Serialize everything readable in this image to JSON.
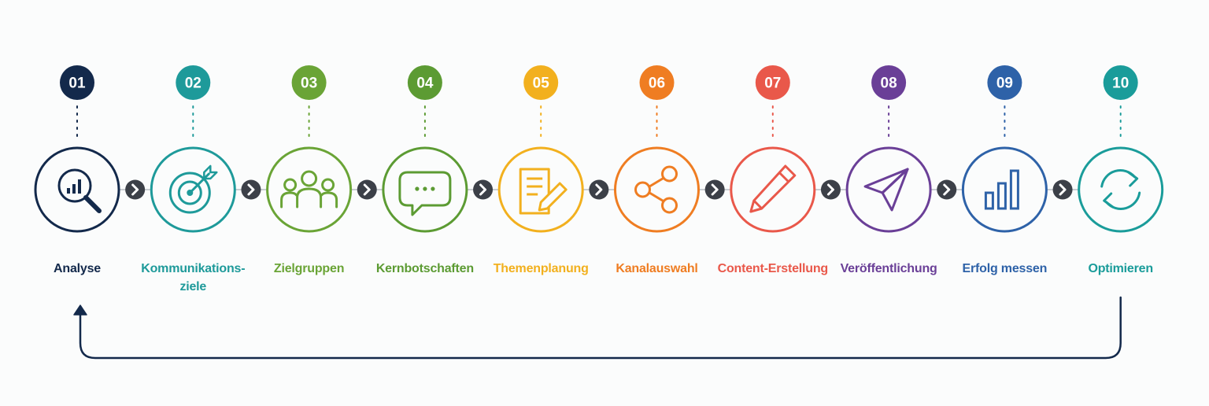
{
  "steps": [
    {
      "number": "01",
      "label": "Analyse",
      "color": "#13294b",
      "icon": "magnifier-chart-icon"
    },
    {
      "number": "02",
      "label": "Kommunikations-\nziele",
      "color": "#1e9a9a",
      "icon": "target-icon"
    },
    {
      "number": "03",
      "label": "Zielgruppen",
      "color": "#6aa436",
      "icon": "people-group-icon"
    },
    {
      "number": "04",
      "label": "Kernbotschaften",
      "color": "#5c9b33",
      "icon": "speech-bubble-icon"
    },
    {
      "number": "05",
      "label": "Themenplanung",
      "color": "#f2b01e",
      "icon": "document-pencil-icon"
    },
    {
      "number": "06",
      "label": "Kanalauswahl",
      "color": "#ef7d22",
      "icon": "share-icon"
    },
    {
      "number": "07",
      "label": "Content-Erstellung",
      "color": "#e9584a",
      "icon": "pencil-icon"
    },
    {
      "number": "08",
      "label": "Veröffentlichung",
      "color": "#6a3f97",
      "icon": "paper-plane-icon"
    },
    {
      "number": "09",
      "label": "Erfolg messen",
      "color": "#2e62a8",
      "icon": "bar-chart-icon"
    },
    {
      "number": "10",
      "label": "Optimieren",
      "color": "#1a9c9a",
      "icon": "refresh-cycle-icon"
    }
  ],
  "connector_color": "#3c4048",
  "loop_color": "#13294b"
}
